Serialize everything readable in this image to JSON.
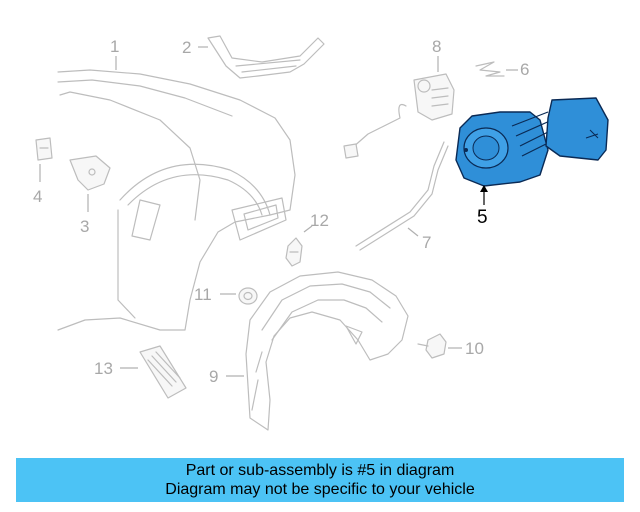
{
  "diagram": {
    "callouts": [
      "1",
      "2",
      "3",
      "4",
      "5",
      "6",
      "7",
      "8",
      "9",
      "10",
      "11",
      "12",
      "13"
    ],
    "highlighted_callout": "5",
    "highlight_color": "#2f8fd8"
  },
  "banner": {
    "line1": "Part or sub-assembly is #5 in diagram",
    "line2": "Diagram may not be specific to your vehicle",
    "background": "#4cc3f5"
  }
}
